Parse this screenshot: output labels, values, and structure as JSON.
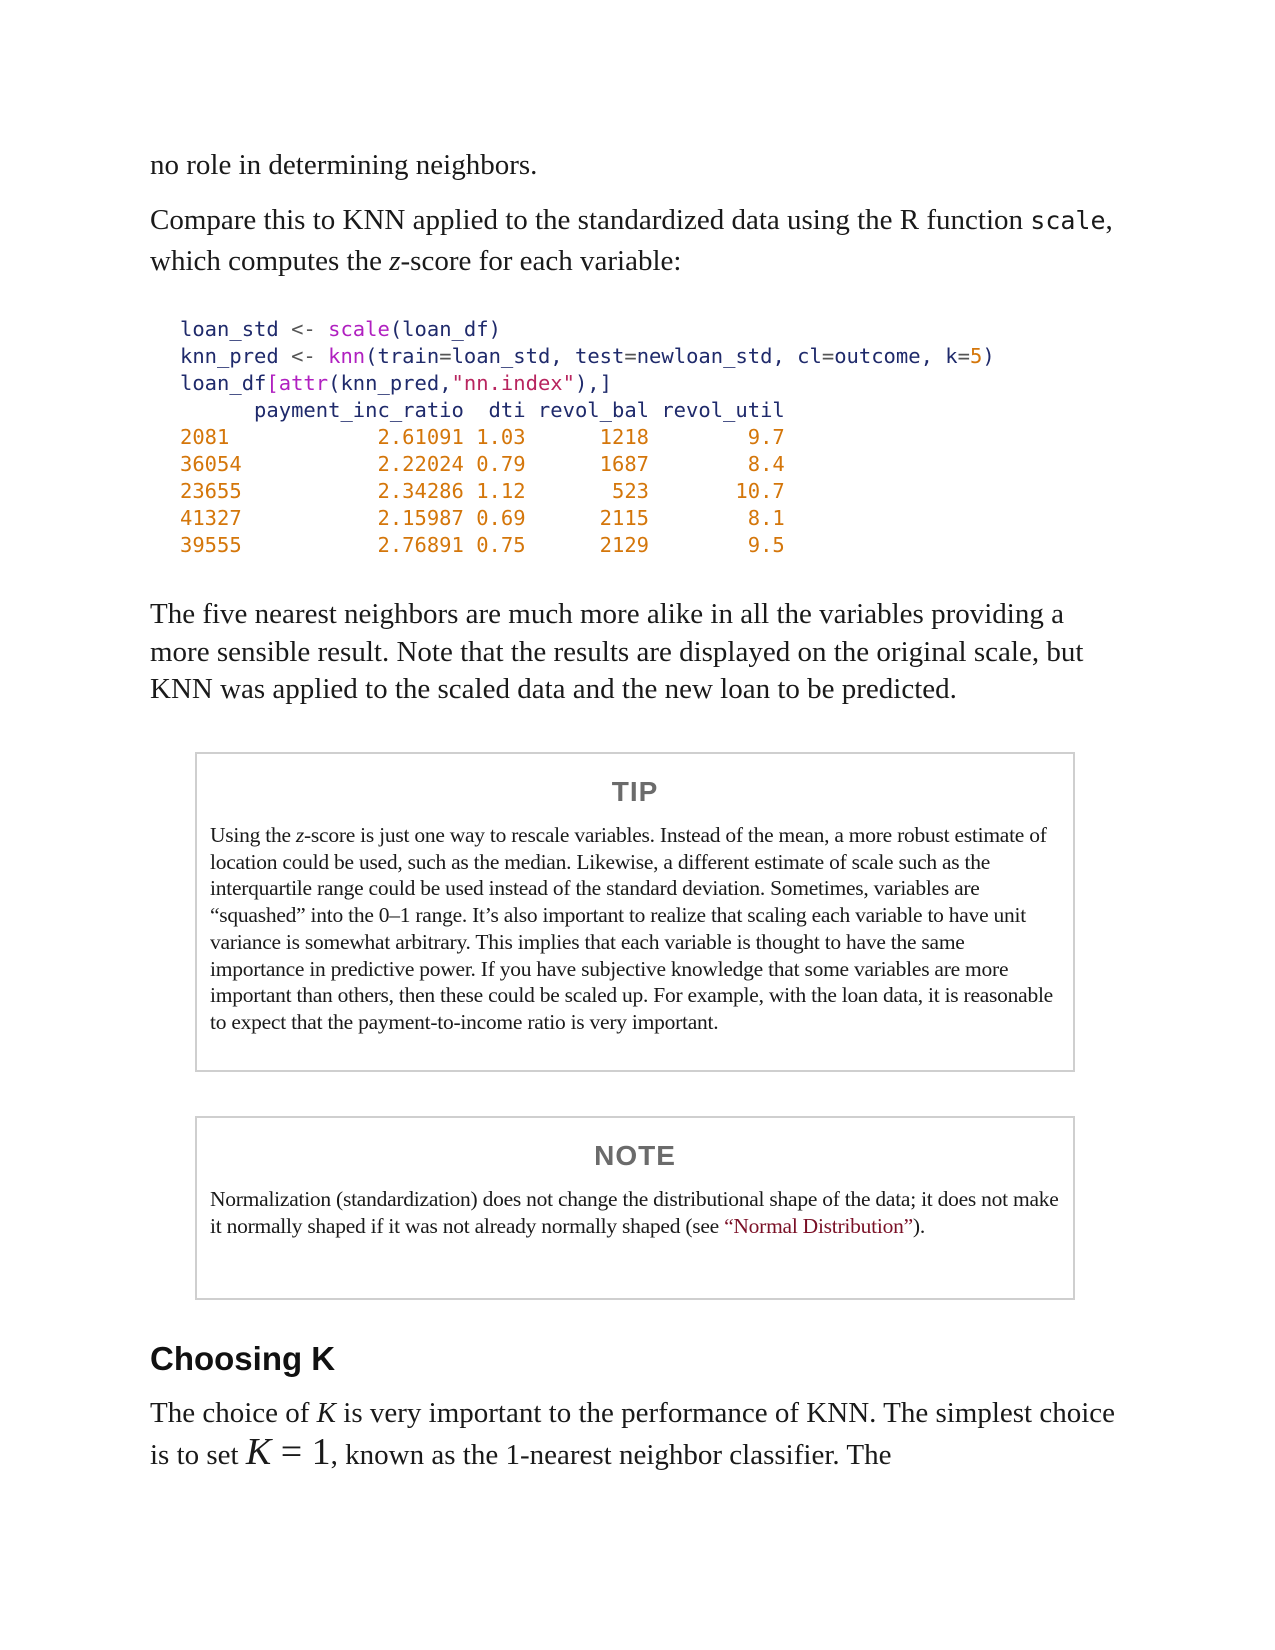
{
  "para_top": "no role in determining neighbors.",
  "para_compare": {
    "before": "Compare this to KNN applied to the standardized data using the R function ",
    "code": "scale",
    "mid": ", which computes the ",
    "italic": "z",
    "after": "-score for each variable:"
  },
  "code_block": {
    "line1": {
      "var": "loan_std",
      "op": " <- ",
      "fn": "scale",
      "args": "(loan_df)"
    },
    "line2": {
      "var": "knn_pred",
      "op": " <- ",
      "fn": "knn",
      "open": "(",
      "a1": "train",
      "eq1": "=",
      "v1": "loan_std, ",
      "a2": "test",
      "eq2": "=",
      "v2": "newloan_std, ",
      "a3": "cl",
      "eq3": "=",
      "v3": "outcome, ",
      "a4": "k",
      "eq4": "=",
      "num": "5",
      "close": ")"
    },
    "line3": {
      "var": "loan_df",
      "br_open": "[",
      "fn": "attr",
      "open": "(knn_pred,",
      "str": "\"nn.index\"",
      "close": "),]"
    },
    "header": "      payment_inc_ratio  dti revol_bal revol_util",
    "rows": [
      "2081            2.61091 1.03      1218        9.7",
      "36054           2.22024 0.79      1687        8.4",
      "23655           2.34286 1.12       523       10.7",
      "41327           2.15987 0.69      2115        8.1",
      "39555           2.76891 0.75      2129        9.5"
    ]
  },
  "para_five": "The five nearest neighbors are much more alike in all the variables providing a more sensible result. Note that the results are displayed on the original scale, but KNN was applied to the scaled data and the new loan to be predicted.",
  "tip": {
    "title": "TIP",
    "before": "Using the ",
    "italic": "z",
    "after": "-score is just one way to rescale variables. Instead of the mean, a more robust estimate of location could be used, such as the median. Likewise, a different estimate of scale such as the interquartile range could be used instead of the standard deviation. Sometimes, variables are “squashed” into the 0–1 range. It’s also important to realize that scaling each variable to have unit variance is somewhat arbitrary. This implies that each variable is thought to have the same importance in predictive power. If you have subjective knowledge that some variables are more important than others, then these could be scaled up. For example, with the loan data, it is reasonable to expect that the payment-to-income ratio is very important."
  },
  "note": {
    "title": "NOTE",
    "before": "Normalization (standardization) does not change the distributional shape of the data; it does not make it normally shaped if it was not already normally shaped (see ",
    "link": "“Normal Distribution”",
    "after": ")."
  },
  "section_heading": "Choosing K",
  "para_choice": {
    "t1": "The choice of ",
    "k1": "K",
    "t2": " is very important to the performance of KNN. The simplest choice is to set ",
    "k2": "K",
    "eq": " = 1",
    "t3": ", known as the 1-nearest neighbor classifier. The"
  }
}
